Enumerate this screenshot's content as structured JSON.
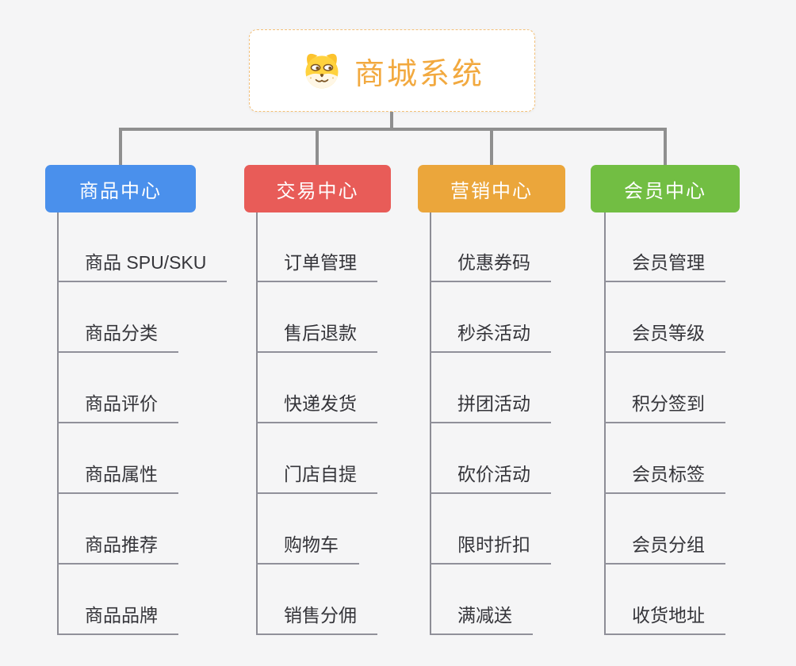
{
  "root": {
    "title": "商城系统",
    "icon": "shiba-dog-icon"
  },
  "branches": [
    {
      "label": "商品中心",
      "color": "#4a90ec",
      "items": [
        "商品 SPU/SKU",
        "商品分类",
        "商品评价",
        "商品属性",
        "商品推荐",
        "商品品牌"
      ]
    },
    {
      "label": "交易中心",
      "color": "#e85c58",
      "items": [
        "订单管理",
        "售后退款",
        "快递发货",
        "门店自提",
        "购物车",
        "销售分佣"
      ]
    },
    {
      "label": "营销中心",
      "color": "#eba63b",
      "items": [
        "优惠券码",
        "秒杀活动",
        "拼团活动",
        "砍价活动",
        "限时折扣",
        "满减送"
      ]
    },
    {
      "label": "会员中心",
      "color": "#72be43",
      "items": [
        "会员管理",
        "会员等级",
        "积分签到",
        "会员标签",
        "会员分组",
        "收货地址"
      ]
    }
  ],
  "colors": {
    "background": "#f5f5f6",
    "root_border": "#f3c079",
    "root_title": "#f2a93f",
    "connector": "#8f8f8f",
    "leaf_line": "#90909a",
    "leaf_text": "#35353a",
    "branch_text": "#ffffff"
  }
}
